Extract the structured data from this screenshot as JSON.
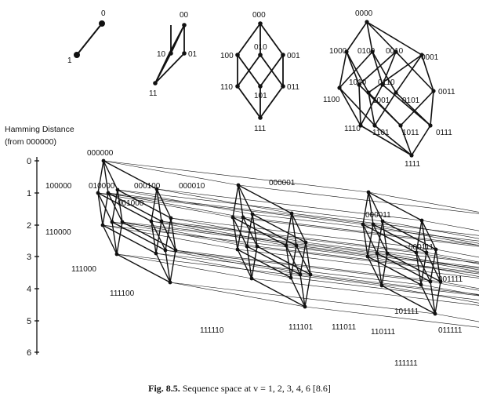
{
  "axis": {
    "title_line1": "Hamming Distance",
    "title_line2": "(from 000000)",
    "ticks": [
      "0",
      "1",
      "2",
      "3",
      "4",
      "5",
      "6"
    ]
  },
  "diagrams": {
    "v1": [
      "0",
      "1"
    ],
    "v2": [
      "00",
      "10",
      "01",
      "11"
    ],
    "v3": [
      "000",
      "010",
      "100",
      "001",
      "110",
      "101",
      "011",
      "111"
    ],
    "v4": [
      "0000",
      "1000",
      "0100",
      "0010",
      "0001",
      "1010",
      "0110",
      "1100",
      "1001",
      "0101",
      "0011",
      "1110",
      "1101",
      "1011",
      "0111",
      "1111"
    ],
    "v6": [
      "000000",
      "100000",
      "010000",
      "001000",
      "000100",
      "000010",
      "000001",
      "110000",
      "000011",
      "111000",
      "000111",
      "111100",
      "001111",
      "111110",
      "111101",
      "111011",
      "110111",
      "101111",
      "011111",
      "111111"
    ]
  },
  "caption": {
    "label": "Fig. 8.5.",
    "text": "Sequence space at v = 1, 2, 3, 4, 6 [8.6]"
  }
}
